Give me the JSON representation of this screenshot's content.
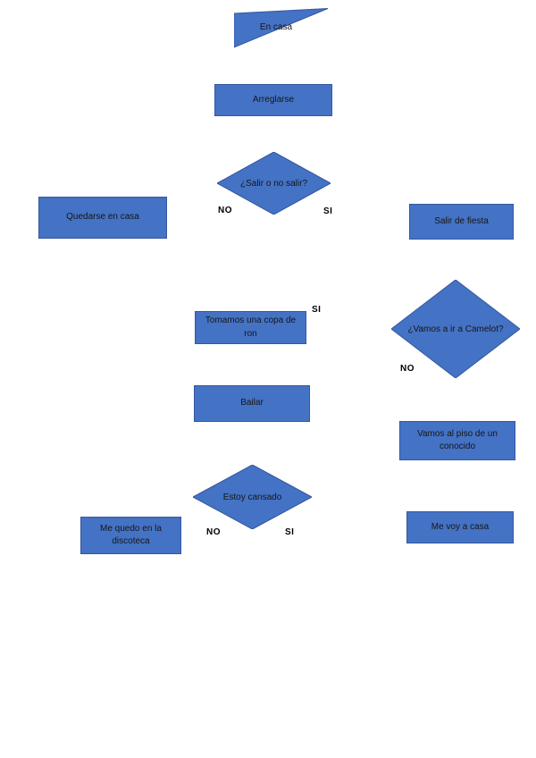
{
  "colors": {
    "shape_fill": "#4472C4",
    "shape_border": "#35589e",
    "text": "#161616",
    "background": "#ffffff"
  },
  "flowchart": {
    "nodes": {
      "en_casa": {
        "label": "En casa",
        "type": "start-triangle"
      },
      "arreglarse": {
        "label": "Arreglarse",
        "type": "process"
      },
      "salir_decision": {
        "label": "¿Salir o no salir?",
        "type": "decision"
      },
      "quedarse": {
        "label": "Quedarse en casa",
        "type": "process"
      },
      "salir_fiesta": {
        "label": "Salir de fiesta",
        "type": "process"
      },
      "camelot_decision": {
        "label": "¿Vamos a ir a Camelot?",
        "type": "decision"
      },
      "copa_ron": {
        "label": "Tomamos una copa de ron",
        "type": "process"
      },
      "bailar": {
        "label": "Bailar",
        "type": "process"
      },
      "piso_conocido": {
        "label": "Vamos al piso de un conocido",
        "type": "process"
      },
      "cansado_decision": {
        "label": "Estoy cansado",
        "type": "decision"
      },
      "discoteca": {
        "label": "Me quedo en la discoteca",
        "type": "process"
      },
      "me_voy": {
        "label": "Me voy a casa",
        "type": "process"
      }
    },
    "edge_labels": {
      "salir_no": "NO",
      "salir_si": "SI",
      "camelot_si": "SI",
      "camelot_no": "NO",
      "cansado_no": "NO",
      "cansado_si": "SI"
    }
  }
}
